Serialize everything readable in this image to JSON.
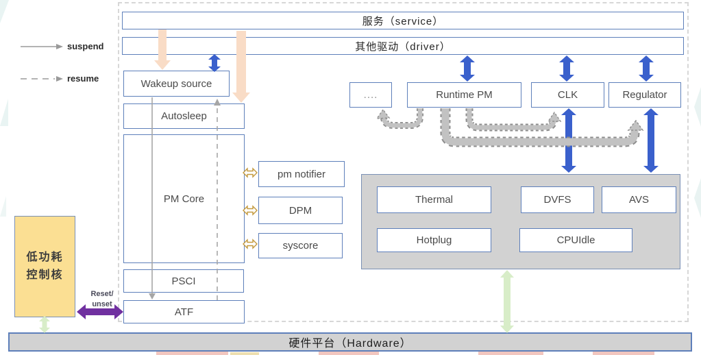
{
  "legend": {
    "suspend": "suspend",
    "resume": "resume"
  },
  "layers": {
    "service": "服务（service）",
    "driver": "其他驱动（driver）",
    "hardware": "硬件平台（Hardware）"
  },
  "suspend_stack": {
    "wakeup_source": "Wakeup source",
    "autosleep": "Autosleep",
    "pm_core": "PM Core",
    "psci": "PSCI",
    "atf": "ATF"
  },
  "notifiers": {
    "pm_notifier": "pm notifier",
    "dpm": "DPM",
    "syscore": "syscore"
  },
  "runtime_row": {
    "dots": "....",
    "runtime_pm": "Runtime PM",
    "clk": "CLK",
    "regulator": "Regulator"
  },
  "power_cluster": {
    "thermal": "Thermal",
    "dvfs": "DVFS",
    "avs": "AVS",
    "hotplug": "Hotplug",
    "cpuidle": "CPUIdle"
  },
  "low_power_core": {
    "line1": "低功耗",
    "line2": "控制核"
  },
  "reset_label": {
    "line1": "Reset/",
    "line2": "unset"
  },
  "colors": {
    "box_border": "#5d7fba",
    "blue_arrow": "#3a60cc",
    "peach_arrow": "#f9dcc6",
    "green_arrow": "#d8edc8",
    "purple_arrow": "#7030a0",
    "gold_arrow": "#c49a3e",
    "gray_fill": "#d2d2d2",
    "yellow_fill": "#fbdf93",
    "dashed_gray_arrow": "#bdbdbd"
  }
}
